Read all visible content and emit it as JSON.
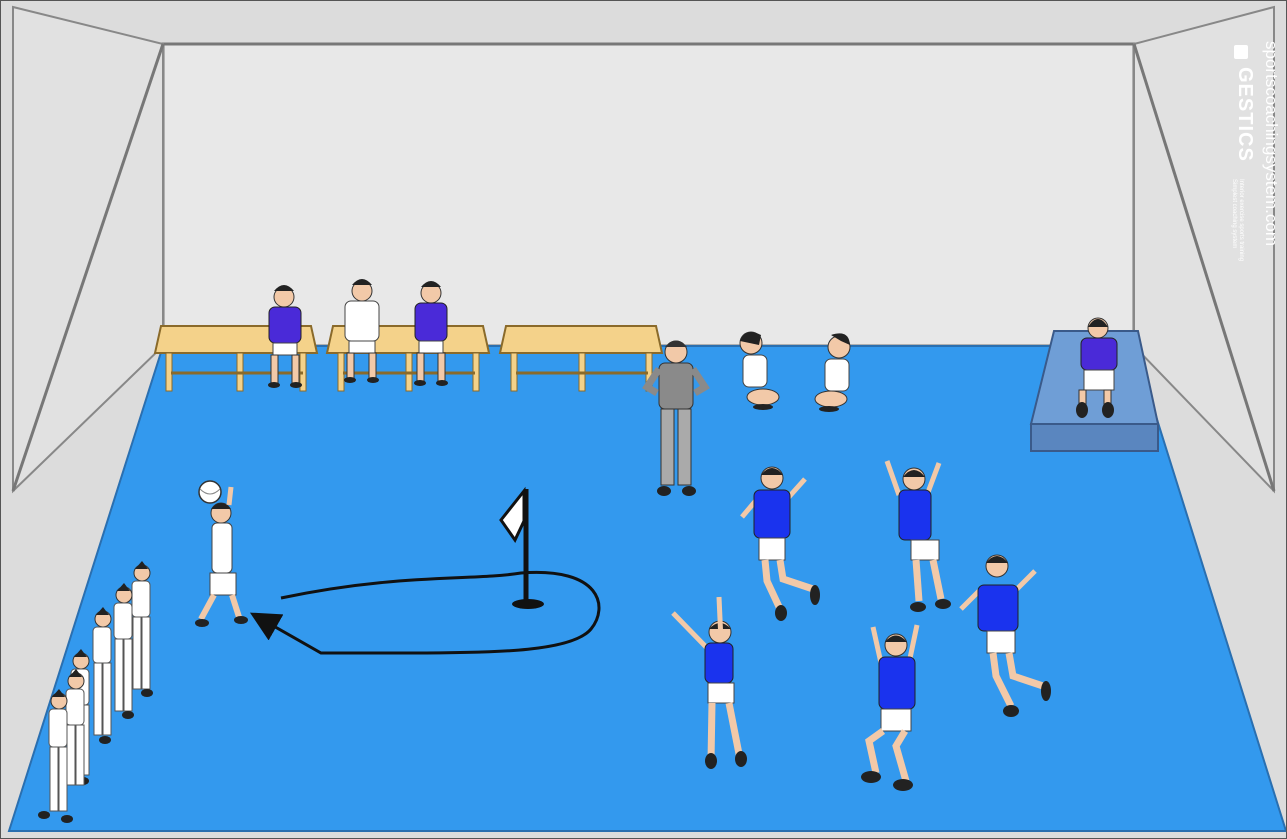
{
  "watermark": {
    "site": "sportscoachingsystem.com",
    "brand": "GESTICS",
    "tagline_1": "Interior exercise sports training",
    "tagline_2": "Simplest coaching system"
  },
  "colors": {
    "floor": "#3399ee",
    "wall": "#e6e6e6",
    "bench": "#f4d28a",
    "mat": "#6f9ed6",
    "team_shirt": "#1a33ee",
    "bench_shirt": "#4a2ad8",
    "coach": "#8a8a8a"
  },
  "scene": {
    "left_queue_count": 6,
    "drill_players_count": 6,
    "benches_count": 3,
    "icons": [
      "ball-icon",
      "corner-flag-icon",
      "movement-arrow-icon"
    ]
  }
}
